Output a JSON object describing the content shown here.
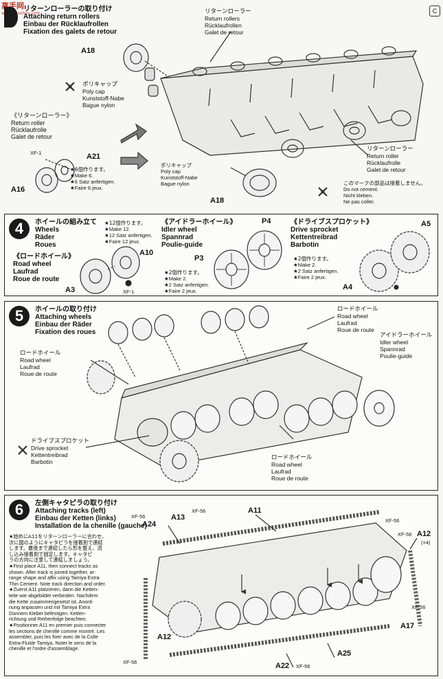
{
  "watermark": {
    "text": "高手网",
    "sub": "www.gaoshou.com"
  },
  "step3": {
    "heading": [
      "リターンローラーの取り付け",
      "Attaching return rollers",
      "Einbau der Rücklaufrollen",
      "Fixation des galets de retour"
    ],
    "callout_top": [
      "リターンローラー",
      "Return rollers",
      "Rücklaufrollen",
      "Galet de retour"
    ],
    "polycap_left": [
      "ポリキャップ",
      "Poly cap",
      "Kunststoff-Nabe",
      "Bague nylon"
    ],
    "subassembly": [
      "《リターンローラー》",
      "Return roller",
      "Rücklaufrolle",
      "Galet de retour"
    ],
    "make_note": [
      "★6個作ります。",
      "★Make 6.",
      "★6 Satz anfertigen.",
      "★Faire 6 jeux."
    ],
    "polycap_mid": [
      "ポリキャップ",
      "Poly cap",
      "Kunststoff-Nabe",
      "Bague nylon"
    ],
    "callout_right": [
      "リターンローラー",
      "Return roller",
      "Rücklaufrolle",
      "Galet de retour"
    ],
    "no_cement": [
      "このマークの部品は接着しません。",
      "Do not cement.",
      "Nicht kleben.",
      "Ne pas coller."
    ],
    "parts": {
      "a18_top": "A18",
      "xf1": "XF-1",
      "a21": "A21",
      "a16": "A16",
      "a18_bottom": "A18"
    }
  },
  "step4": {
    "number": "4",
    "heading": [
      "ホイールの組み立て",
      "Wheels",
      "Räder",
      "Roues"
    ],
    "road_wheel": [
      "《ロードホイール》",
      "Road wheel",
      "Laufrad",
      "Roue de route"
    ],
    "make12": [
      "★12個作ります。",
      "★Make 12.",
      "★12 Satz anfertigen.",
      "★Faire 12 jeux."
    ],
    "idler": [
      "《アイドラーホイール》",
      "Idler wheel",
      "Spannrad",
      "Poulie-guide"
    ],
    "make2_idler": [
      "★2個作ります。",
      "★Make 2.",
      "★2 Satz anfertigen.",
      "★Faire 2 jeux."
    ],
    "sprocket": [
      "《ドライブスプロケット》",
      "Drive sprocket",
      "Kettentreibrad",
      "Barbotin"
    ],
    "make2_sprocket": [
      "★2個作ります。",
      "★Make 2.",
      "★2 Satz anfertigen.",
      "★Faire 2 jeux."
    ],
    "parts": {
      "a10": "A10",
      "a3": "A3",
      "xf1": "XF-1",
      "p4": "P4",
      "p3": "P3",
      "a5": "A5",
      "a4": "A4"
    }
  },
  "step5": {
    "number": "5",
    "heading": [
      "ホイールの取り付け",
      "Attaching wheels",
      "Einbau der Räder",
      "Fixation des roues"
    ],
    "road_wheel_right": [
      "ロードホイール",
      "Road wheel",
      "Laufrad",
      "Roue de route"
    ],
    "idler": [
      "アイドラーホイール",
      "Idler wheel",
      "Spannrad",
      "Poulie-guide"
    ],
    "road_wheel_left": [
      "ロードホイール",
      "Road wheel",
      "Laufrad",
      "Roue de route"
    ],
    "sprocket": [
      "ドライブスプロケット",
      "Drive sprocket",
      "Kettentreibrad",
      "Barbotin"
    ],
    "road_wheel_bottom": [
      "ロードホイール",
      "Road wheel",
      "Laufrad",
      "Roue de route"
    ]
  },
  "step6": {
    "number": "6",
    "heading": [
      "左側キャタピラの取り付け",
      "Attaching tracks (left)",
      "Einbau der Ketten (links)",
      "Installation de la chenille (gauche)"
    ],
    "instructions": [
      "★始めにA11をリターンローラーに合わせ、",
      "次に図のようにキャタピラを接着剤で連結",
      "します。最後まで連結したら形を整え、流",
      "し込み接着剤で固定します。キャタピ",
      "ラの方向に注意して連結しましょう。",
      "★First place A11, then connect tracks as",
      "shown. After track is joined together, ar-",
      "range shape and affix using Tamiya Extra",
      "Thin Cement. Note track direction and order.",
      "★Zuerst A11 platzieren, dann die Ketten-",
      "teile wie abgebildet verbinden. Nachdem",
      "die Kette zusammengesetzt ist, Anord-",
      "nung anpassen und mit Tamiya Extra",
      "Dünnem Kleber befestigen. Ketten-",
      "richtung und Reihenfolge beachten.",
      "★Positionner A11 en premier puis connecter",
      "les sections de chenille comme montré. Les",
      "assembler, puis les fixer avec de la Colle",
      "Extra-Fluide Tamiya. Noter le sens de la",
      "chenille et l'ordre d'assemblage."
    ],
    "parts": {
      "xf56_a": "XF-56",
      "a24": "A24",
      "a13": "A13",
      "xf56_b": "XF-56",
      "a11": "A11",
      "xf56_c": "XF-56",
      "xf56_d": "XF-56",
      "a12_right": "A12",
      "a12_qty": "(×4)",
      "xf56_e": "XF-56",
      "a17": "A17",
      "a12_left": "A12",
      "xf56_f": "XF-56",
      "a25": "A25",
      "a22": "A22",
      "xf56_g": "XF-56"
    }
  },
  "page_corner": "C"
}
